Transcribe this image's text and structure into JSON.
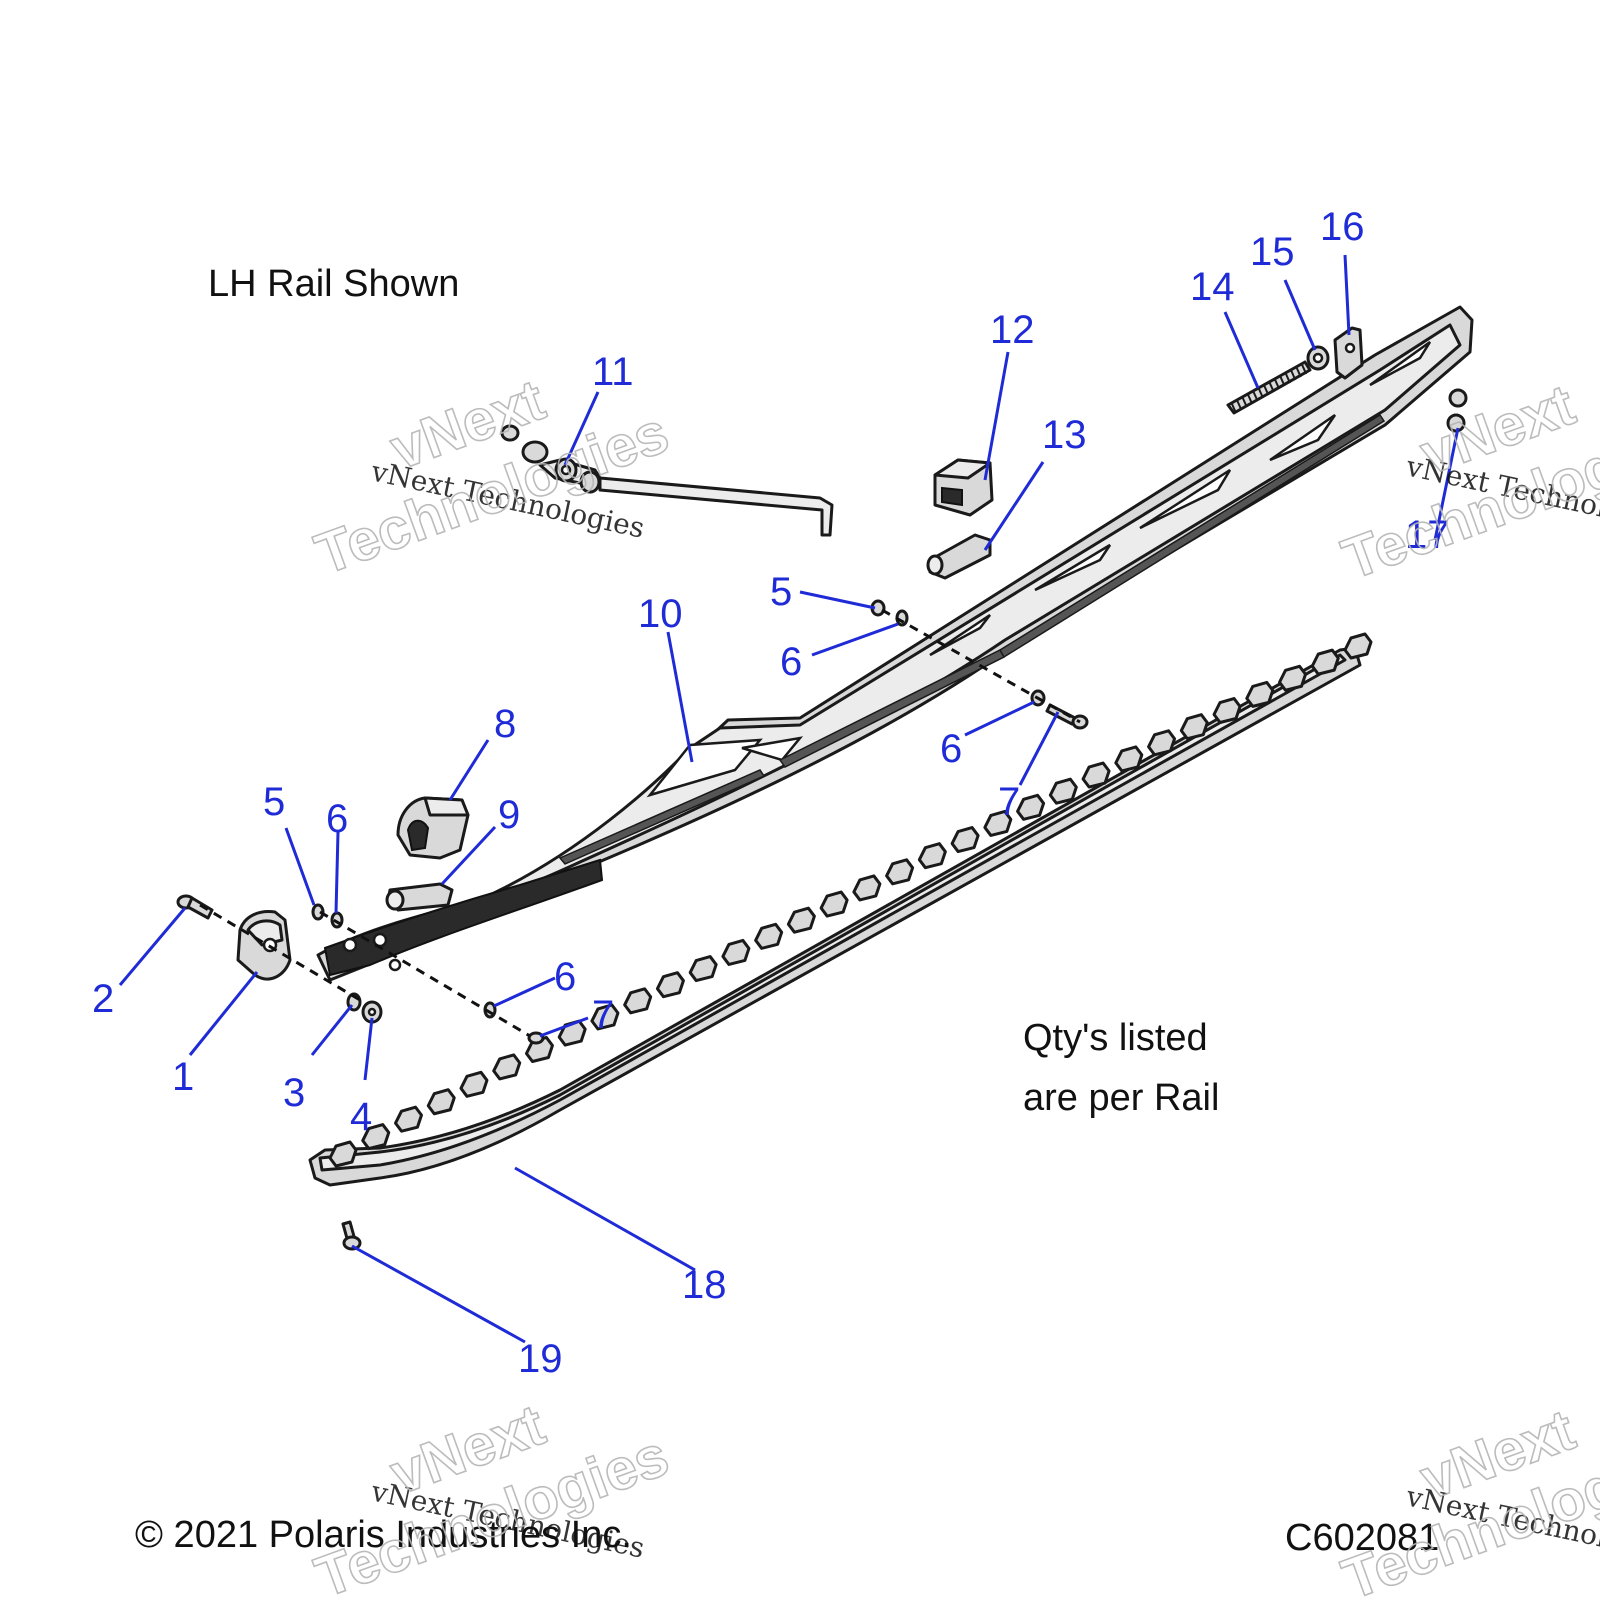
{
  "notes": {
    "view_label": "LH Rail Shown",
    "qty_line1": "Qty's listed",
    "qty_line2": "are per Rail",
    "copyright": "© 2021 Polaris Industries Inc.",
    "drawing_id": "C602081"
  },
  "watermark": {
    "script": "vNext Technologies",
    "outline_top": "vNext",
    "outline_bottom": "Technologies"
  },
  "callouts": {
    "c1": "1",
    "c2": "2",
    "c3": "3",
    "c4": "4",
    "c5a": "5",
    "c5b": "5",
    "c6a": "6",
    "c6b": "6",
    "c6c": "6",
    "c6d": "6",
    "c7a": "7",
    "c7b": "7",
    "c8": "8",
    "c9": "9",
    "c10": "10",
    "c11": "11",
    "c12": "12",
    "c13": "13",
    "c14": "14",
    "c15": "15",
    "c16": "16",
    "c17": "17",
    "c18": "18",
    "c19": "19"
  },
  "colors": {
    "callout": "#1f2bd6",
    "line": "#1a1a1a",
    "part_fill": "#d9d9d9"
  }
}
